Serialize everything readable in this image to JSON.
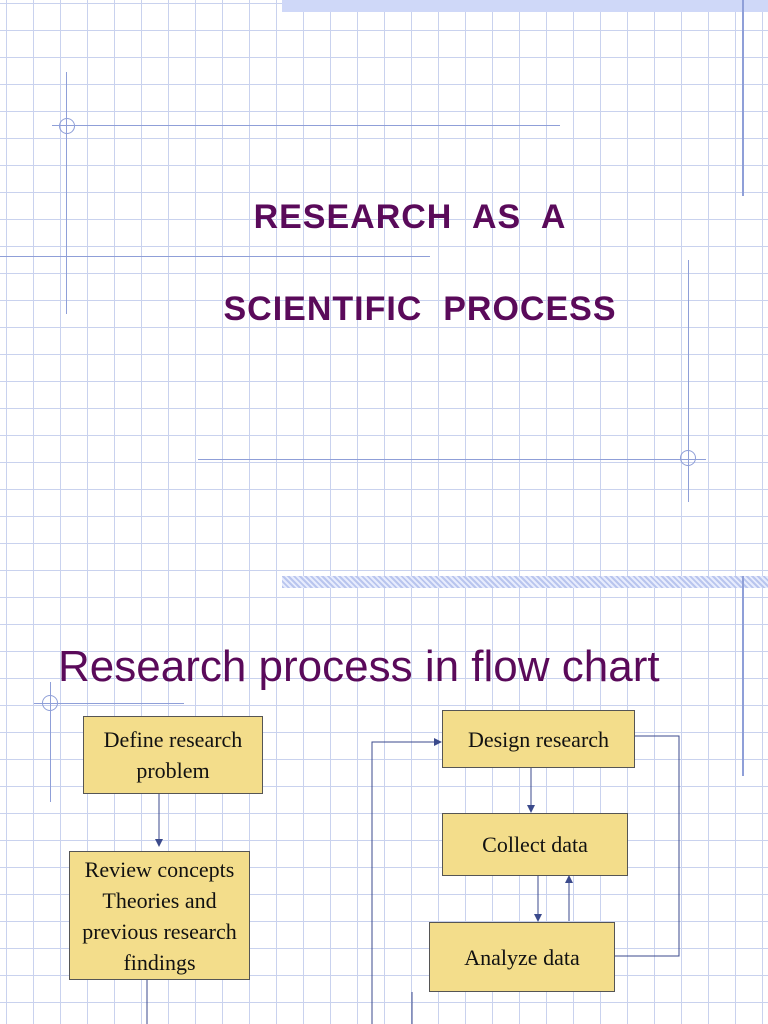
{
  "slide1": {
    "title_line1": "RESEARCH  AS  A",
    "title_line2": "SCIENTIFIC  PROCESS"
  },
  "slide2": {
    "heading": "Research process in flow chart",
    "boxes": {
      "define": "Define research problem",
      "review": "Review concepts Theories and previous research findings",
      "design": "Design research",
      "collect": "Collect data",
      "analyze": "Analyze data"
    }
  },
  "colors": {
    "title": "#5a0a5a",
    "box_fill": "#f3dd8b",
    "grid": "#c9d2ee",
    "connector": "#3b4a8c"
  }
}
